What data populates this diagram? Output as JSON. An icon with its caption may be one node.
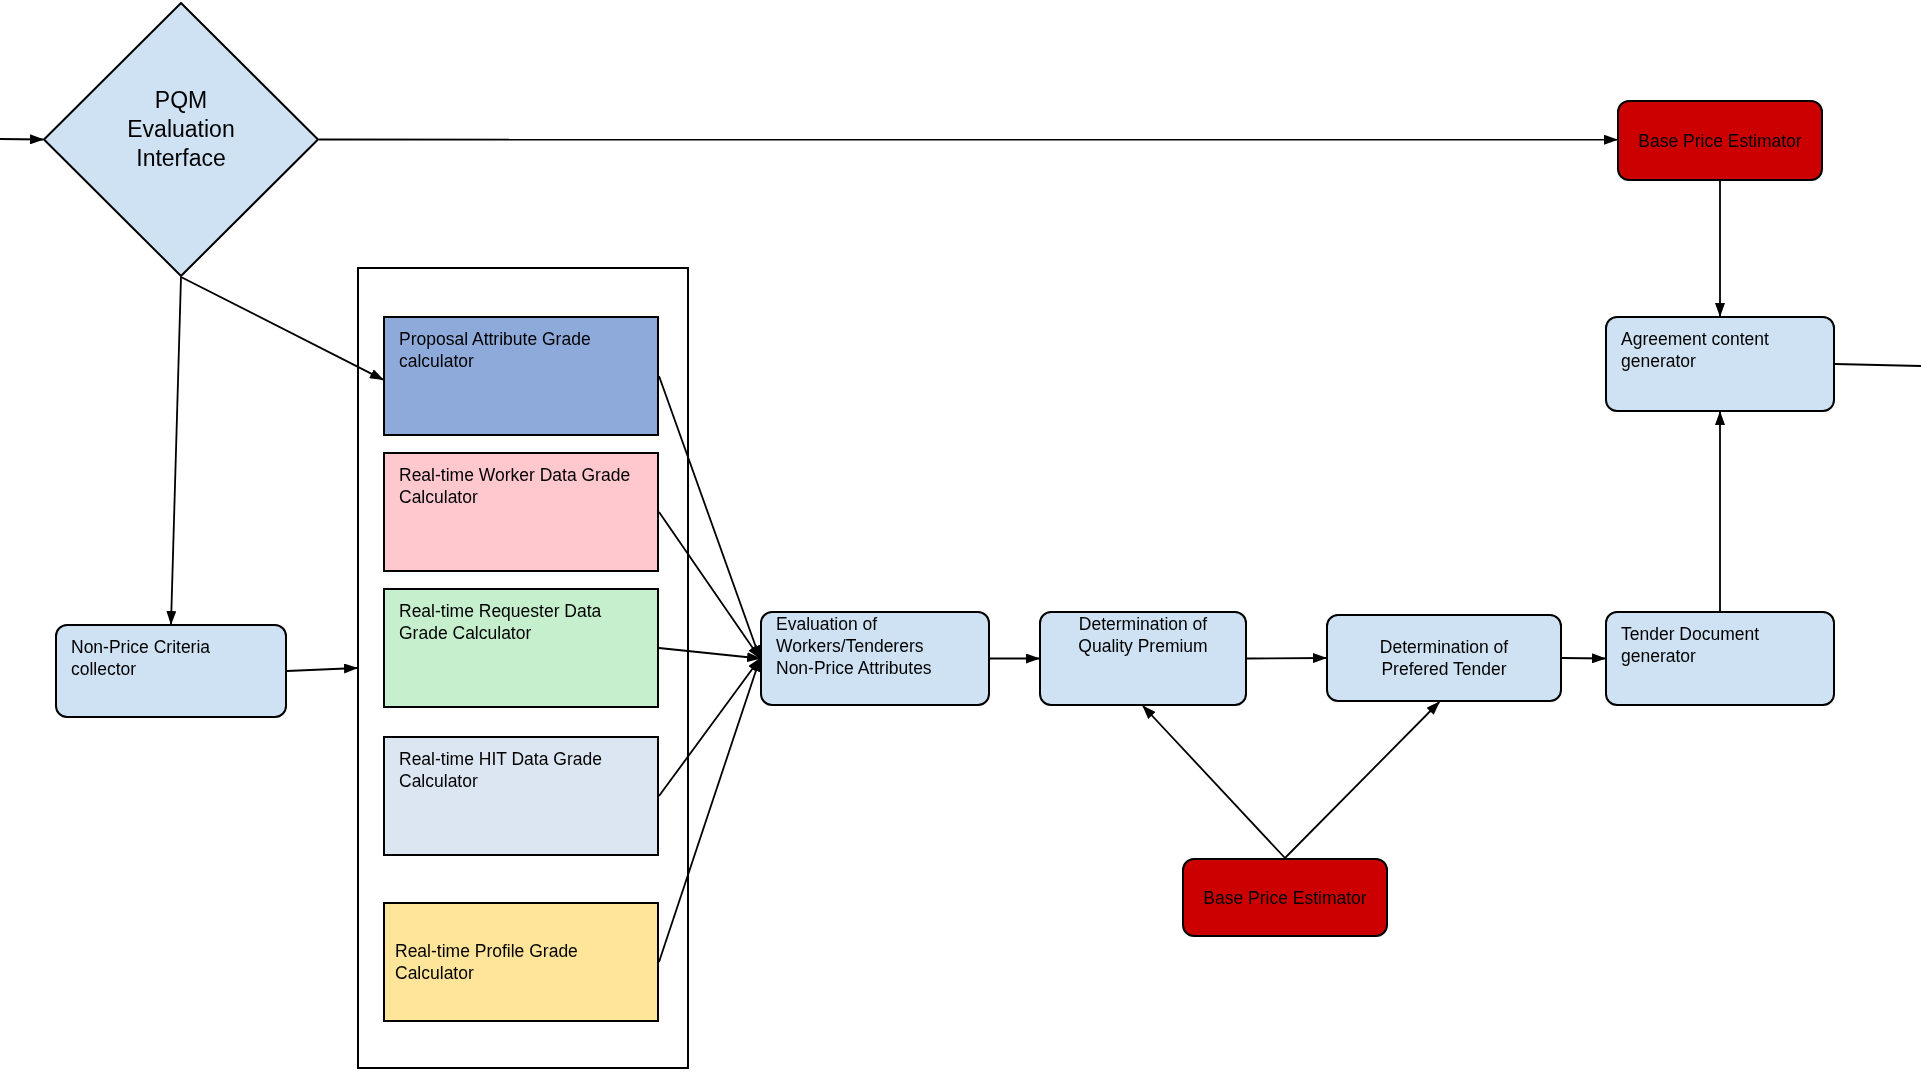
{
  "diagram": {
    "nodes": [
      {
        "text": [
          "PQM Evaluation Interface"
        ]
      },
      {
        "text": [
          "Base Price Estimator"
        ]
      },
      {
        "text": [
          "Agreement content generator"
        ]
      },
      {
        "text": [],
        "shape": "box"
      },
      {
        "text": [
          "Proposal Attribute Grade calculator"
        ],
        "in": 3
      },
      {
        "text": [
          "Real-time Worker Data Grade Calculator"
        ],
        "in": 3
      },
      {
        "text": [
          "Real-time Requester Data Grade Calculator"
        ],
        "in": 3
      },
      {
        "text": [
          "Real-time HIT Data Grade Calculator"
        ],
        "in": 3
      },
      {
        "text": [
          "Real-time Profile Grade Calculator"
        ],
        "in": 3
      },
      {
        "text": [
          "Non-Price Criteria collector"
        ]
      },
      {
        "text": [
          "Evaluation of Workers/Tenderers Non-Price Attributes"
        ]
      },
      {
        "text": [
          "Determination of Quality Premium"
        ]
      },
      {
        "text": [
          "Determination of Prefered Tender"
        ]
      },
      {
        "text": [
          "Tender Document generator"
        ]
      },
      {
        "text": [
          "Base Price Estimator"
        ]
      }
    ],
    "edges": [
      {
        "from": null,
        "to": 0,
        "arrow": "to"
      },
      {
        "from": 0,
        "to": 1,
        "arrow": "to"
      },
      {
        "from": 0,
        "to": 4,
        "arrow": "to"
      },
      {
        "from": 0,
        "to": 9,
        "arrow": "to"
      },
      {
        "from": 9,
        "to": 3,
        "arrow": "to"
      },
      {
        "from": 4,
        "to": 10,
        "arrow": "to"
      },
      {
        "from": 5,
        "to": 10,
        "arrow": "to"
      },
      {
        "from": 6,
        "to": 10,
        "arrow": "to"
      },
      {
        "from": 7,
        "to": 10,
        "arrow": "to"
      },
      {
        "from": 8,
        "to": 10,
        "arrow": "to"
      },
      {
        "from": 10,
        "to": 11,
        "arrow": "to"
      },
      {
        "from": 11,
        "to": 12,
        "arrow": "to"
      },
      {
        "from": 12,
        "to": 13,
        "arrow": "to"
      },
      {
        "from": 13,
        "to": 2,
        "arrow": "to"
      },
      {
        "from": 1,
        "to": 2,
        "arrow": "to"
      },
      {
        "from": 14,
        "to": 11,
        "arrow": "to"
      },
      {
        "from": 14,
        "to": 12,
        "arrow": "to"
      },
      {
        "from": 2,
        "to": null,
        "arrow": "none"
      }
    ]
  }
}
